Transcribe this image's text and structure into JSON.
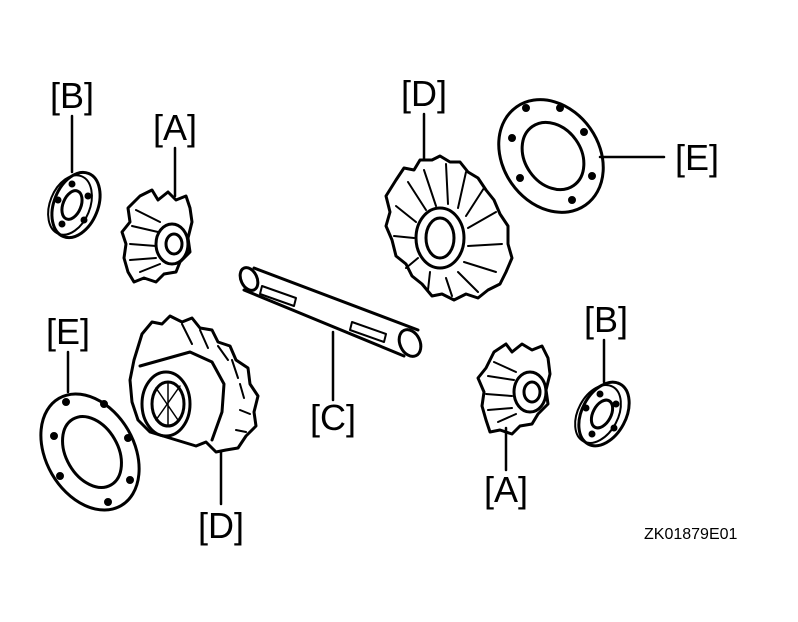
{
  "labels": {
    "a_top": "[A]",
    "a_bottom": "[A]",
    "b_top": "[B]",
    "b_right": "[B]",
    "c": "[C]",
    "d_top": "[D]",
    "d_bottom": "[D]",
    "e_right": "[E]",
    "e_left": "[E]"
  },
  "figure_code": "ZK01879E01"
}
